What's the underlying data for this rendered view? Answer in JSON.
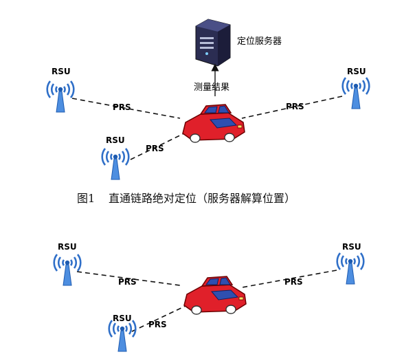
{
  "figure1": {
    "caption_num": "图1",
    "caption_text": "直通链路绝对定位（服务器解算位置）",
    "server_label": "定位服务器",
    "measure_label": "测量结果",
    "rsu_label": "RSU",
    "prs_label": "PRS"
  },
  "figure2": {
    "rsu_label": "RSU",
    "prs_label": "PRS"
  },
  "icons": {
    "rsu": "rsu-antenna-icon",
    "car": "car-icon",
    "server": "server-icon"
  },
  "colors": {
    "car_body": "#e0202a",
    "car_window": "#2f4fb0",
    "rsu_blue": "#2f6fc8",
    "server": "#2b2d52"
  }
}
